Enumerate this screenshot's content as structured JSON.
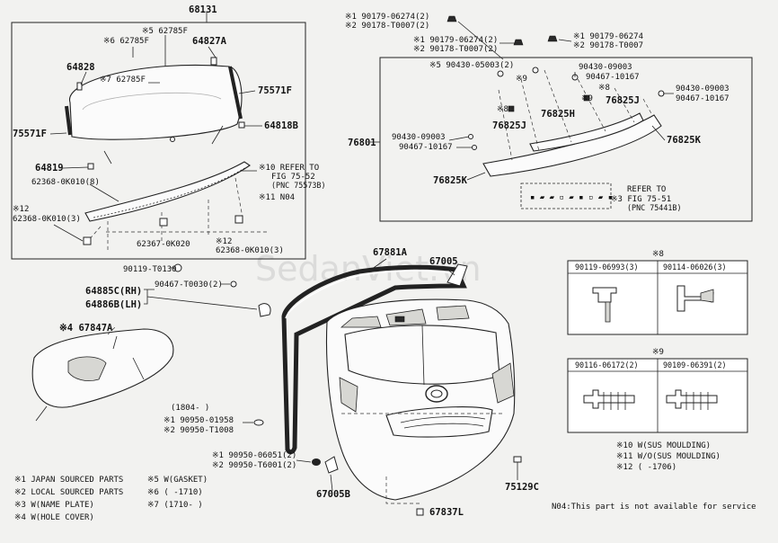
{
  "watermark": "SedanViet.vn",
  "labels": {
    "p68131": "68131",
    "p62785f_6": "※6 62785F",
    "p62785f_5": "※5 62785F",
    "p64827a": "64827A",
    "p64828": "64828",
    "p62785f_7": "※7 62785F",
    "p75571f_r": "75571F",
    "p75571f_l": "75571F",
    "p64818b": "64818B",
    "p64819": "64819",
    "p62368_8": "62368-0K010(8)",
    "note10_a": "※10 REFER TO",
    "note10_b": "FIG 75-52",
    "note10_c": "(PNC 75573B)",
    "note11": "※11 N04",
    "p62368_3l_a": "※12",
    "p62368_3l_b": "62368-0K010(3)",
    "p62367": "62367-0K020",
    "p62368_3r_a": "※12",
    "p62368_3r_b": "62368-0K010(3)",
    "p90119_t0130": "90119-T0130",
    "p76801": "76801",
    "top_a1": "※1 90179-06274(2)",
    "top_a2": "※2 90178-T0007(2)",
    "top_b1": "※1 90179-06274(2)",
    "top_b2": "※2 90178-T0007(2)",
    "top_c1": "※1 90179-06274",
    "top_c2": "※2 90178-T0007",
    "p90430_05003": "※5 90430-05003(2)",
    "p90430_09003_a": "90430-09003",
    "p90467_10167_a": "90467-10167",
    "p90430_09003_b": "90430-09003",
    "p90467_10167_b": "90467-10167",
    "p90430_09003_c": "90430-09003",
    "p90467_10167_c": "90467-10167",
    "x9_a": "※9",
    "x8_a": "※8",
    "x8_b": "※8",
    "x9_b": "※9",
    "p76825j_a": "76825J",
    "p76825h": "76825H",
    "p76825j_b": "76825J",
    "p76825k_r": "76825K",
    "p76825k_l": "76825K",
    "refer75_a": "REFER TO",
    "refer75_b": "※3 FIG 75-51",
    "refer75_c": "(PNC 75441B)",
    "p67881a": "67881A",
    "p67005": "67005",
    "p64885c": "64885C(RH)",
    "p64886b": "64886B(LH)",
    "p90467_t0030": "90467-T0030(2)",
    "p67847a": "※4 67847A",
    "range1804": "(1804-      )",
    "p90950_01958": "※1 90950-01958",
    "p90950_t1008": "※2 90950-T1008",
    "p90950_06051": "※1 90950-06051(2)",
    "p90950_t6001": "※2 90950-T6001(2)",
    "p67005b": "67005B",
    "p75129c": "75129C",
    "p67837l": "67837L"
  },
  "legend_left": [
    "※1  JAPAN SOURCED PARTS",
    "※2  LOCAL SOURCED PARTS",
    "※3  W(NAME PLATE)",
    "※4  W(HOLE COVER)"
  ],
  "legend_mid": [
    "※5  W(GASKET)",
    "※6  (     -1710)",
    "※7  (1710-     )"
  ],
  "legend_right": [
    "※10 W(SUS MOULDING)",
    "※11 W/O(SUS MOULDING)",
    "※12 (     -1706)"
  ],
  "footnote": "N04:This part is not available for service",
  "table8": {
    "title": "※8",
    "cols": [
      "90119-06993(3)",
      "90114-06026(3)"
    ]
  },
  "table9": {
    "title": "※9",
    "cols": [
      "90116-06172(2)",
      "90109-06391(2)"
    ]
  }
}
